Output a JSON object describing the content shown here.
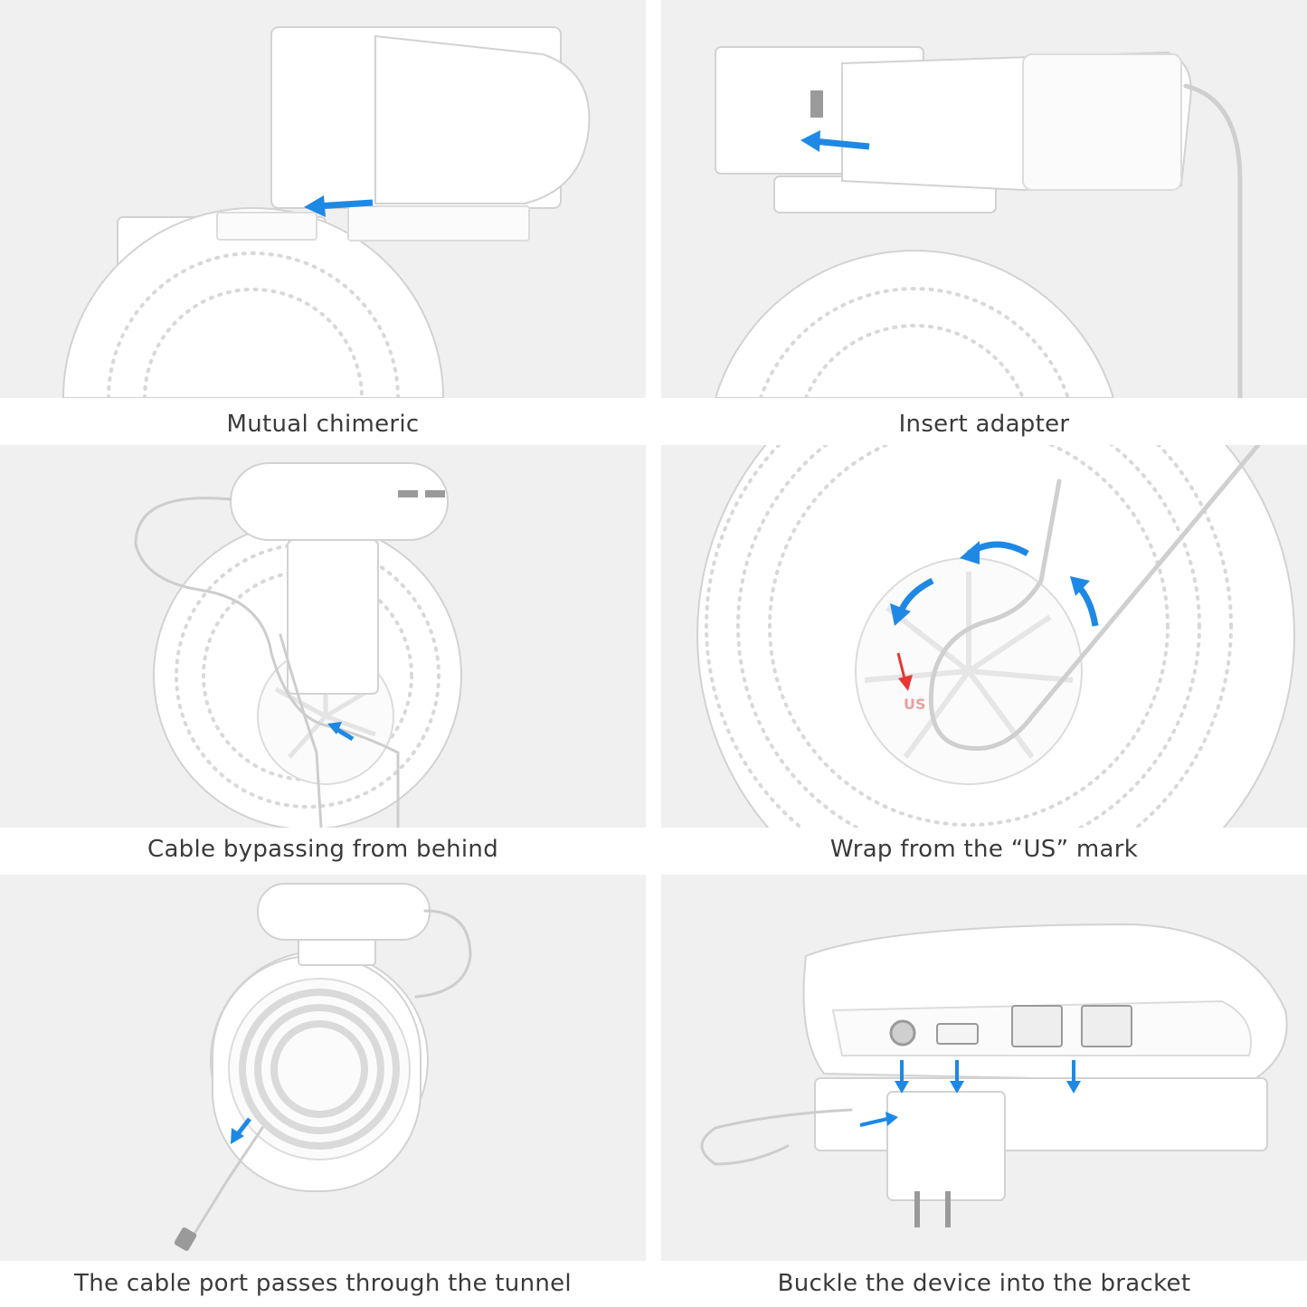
{
  "colors": {
    "panel_background": "#f0f0f0",
    "arrow_blue": "#1e88e5",
    "arrow_red": "#e53935",
    "caption_text": "#3a3a3a"
  },
  "steps": [
    {
      "caption": "Mutual chimeric"
    },
    {
      "caption": "Insert adapter"
    },
    {
      "caption": "Cable bypassing from behind"
    },
    {
      "caption": "Wrap from the “US” mark"
    },
    {
      "caption": "The cable port passes through the tunnel"
    },
    {
      "caption": "Buckle the device into the bracket"
    }
  ],
  "marks": {
    "us_mark": "US"
  }
}
